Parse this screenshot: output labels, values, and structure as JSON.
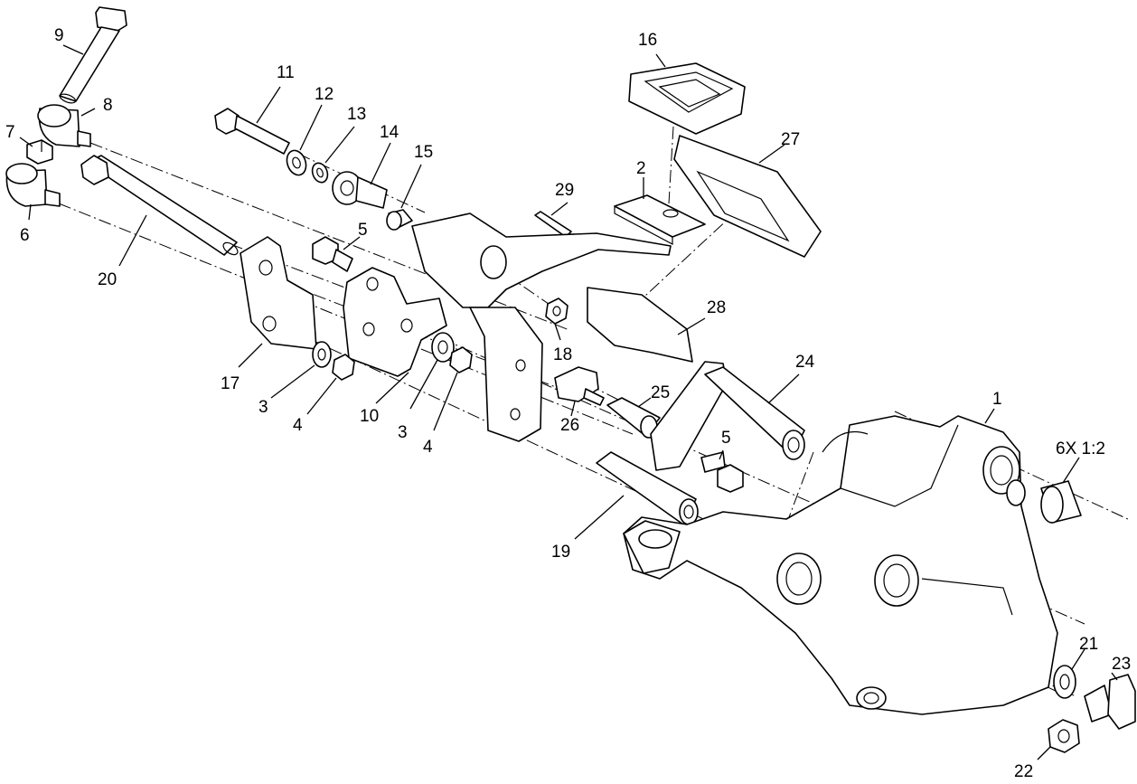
{
  "diagram": {
    "callouts": [
      {
        "id": "c1",
        "text": "1"
      },
      {
        "id": "c2",
        "text": "2"
      },
      {
        "id": "c3a",
        "text": "3"
      },
      {
        "id": "c3b",
        "text": "3"
      },
      {
        "id": "c4a",
        "text": "4"
      },
      {
        "id": "c4b",
        "text": "4"
      },
      {
        "id": "c5a",
        "text": "5"
      },
      {
        "id": "c5b",
        "text": "5"
      },
      {
        "id": "c6",
        "text": "6"
      },
      {
        "id": "c7",
        "text": "7"
      },
      {
        "id": "c8",
        "text": "8"
      },
      {
        "id": "c9",
        "text": "9"
      },
      {
        "id": "c10",
        "text": "10"
      },
      {
        "id": "c11",
        "text": "11"
      },
      {
        "id": "c12",
        "text": "12"
      },
      {
        "id": "c13",
        "text": "13"
      },
      {
        "id": "c14",
        "text": "14"
      },
      {
        "id": "c15",
        "text": "15"
      },
      {
        "id": "c16",
        "text": "16"
      },
      {
        "id": "c17",
        "text": "17"
      },
      {
        "id": "c18",
        "text": "18"
      },
      {
        "id": "c19",
        "text": "19"
      },
      {
        "id": "c20",
        "text": "20"
      },
      {
        "id": "c21",
        "text": "21"
      },
      {
        "id": "c22",
        "text": "22"
      },
      {
        "id": "c23",
        "text": "23"
      },
      {
        "id": "c24",
        "text": "24"
      },
      {
        "id": "c25",
        "text": "25"
      },
      {
        "id": "c26",
        "text": "26"
      },
      {
        "id": "c27",
        "text": "27"
      },
      {
        "id": "c28",
        "text": "28"
      },
      {
        "id": "c29",
        "text": "29"
      },
      {
        "id": "c6x",
        "text": "6X 1:2"
      }
    ]
  }
}
